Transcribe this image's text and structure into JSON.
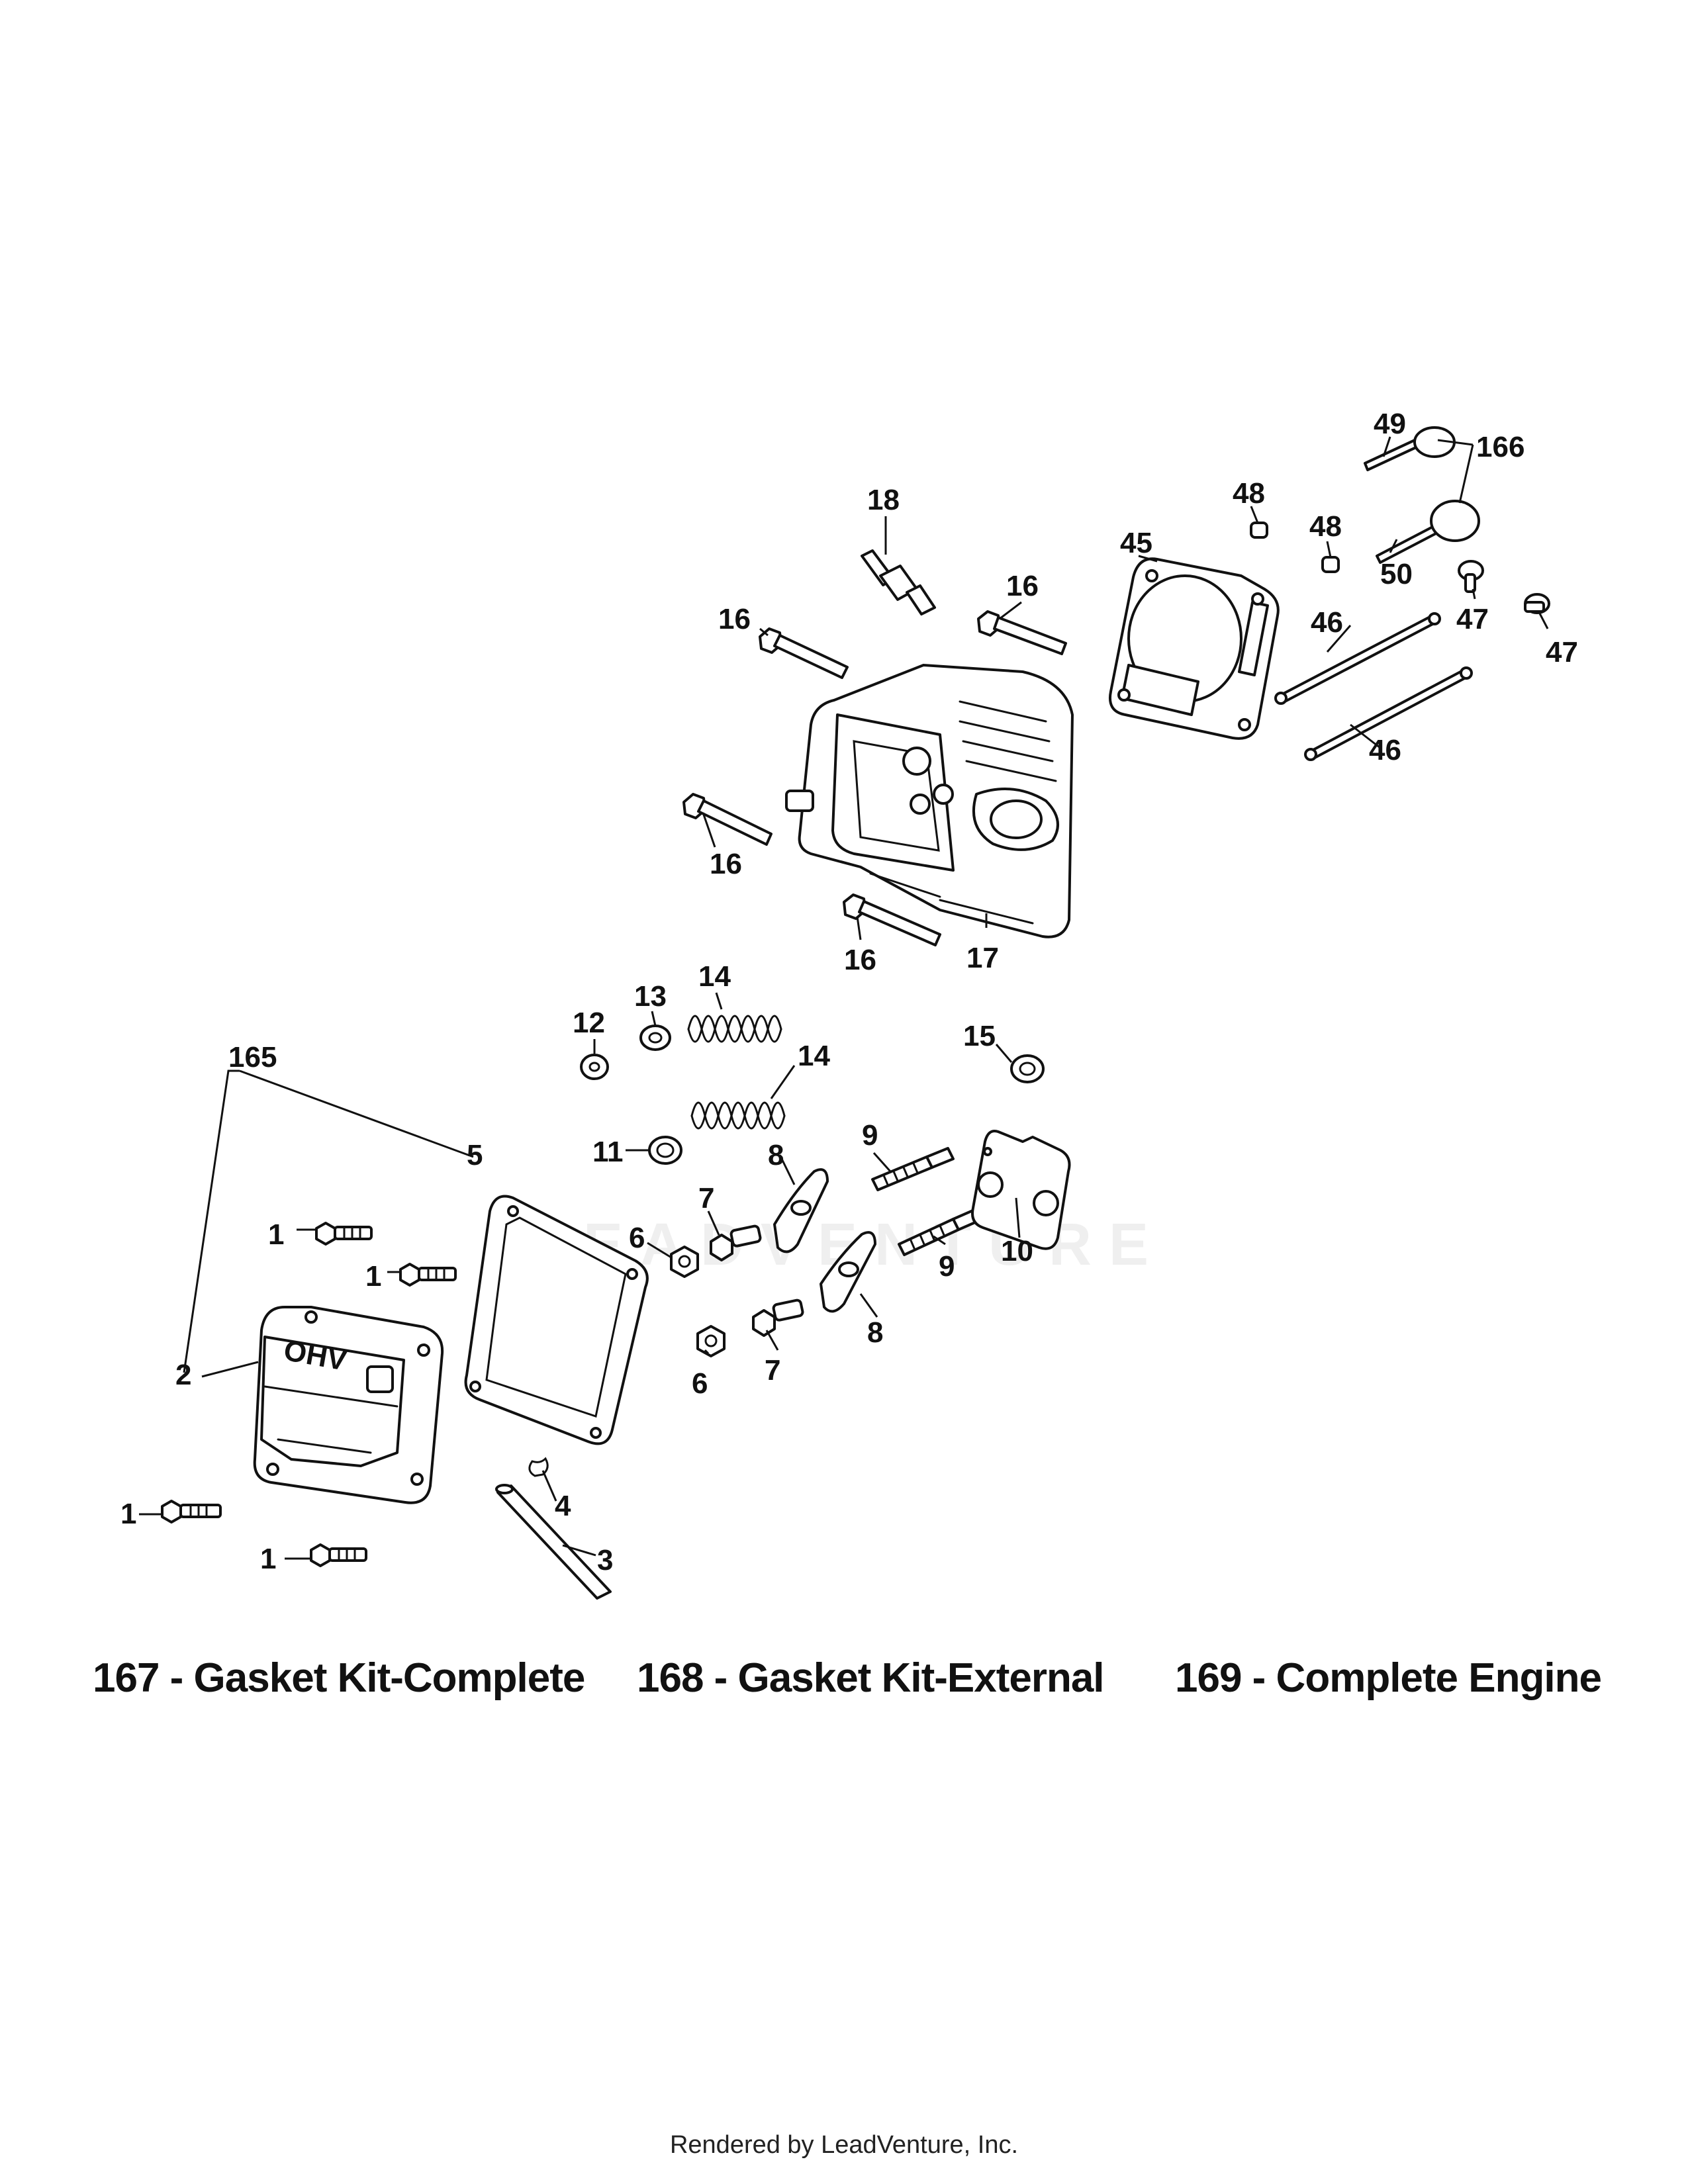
{
  "diagram": {
    "callouts": [
      "1",
      "2",
      "3",
      "4",
      "5",
      "6",
      "7",
      "8",
      "9",
      "10",
      "11",
      "12",
      "13",
      "14",
      "15",
      "16",
      "17",
      "18",
      "45",
      "46",
      "47",
      "48",
      "49",
      "50",
      "165",
      "166"
    ],
    "cover_logo": "OHV",
    "watermark": "LEADVENTURE"
  },
  "kits": {
    "k167": "167 - Gasket Kit-Complete",
    "k168": "168 - Gasket Kit-External",
    "k169": "169 - Complete Engine"
  },
  "footer": "Rendered by LeadVenture, Inc."
}
